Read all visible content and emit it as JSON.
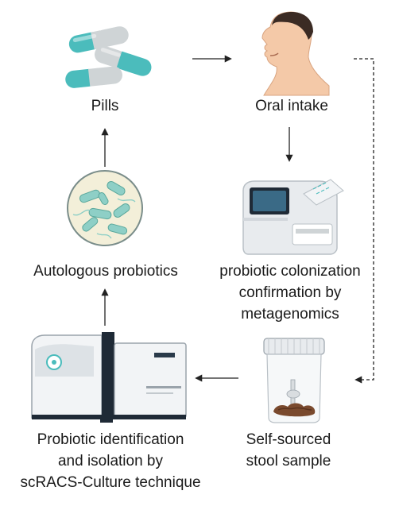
{
  "nodes": {
    "pills": {
      "label": "Pills"
    },
    "oral_intake": {
      "label": "Oral intake"
    },
    "autologous": {
      "label": "Autologous probiotics"
    },
    "metagenomics": {
      "label": "probiotic colonization\nconfirmation by\nmetagenomics"
    },
    "identification": {
      "label": "Probiotic identification\nand isolation by\nscRACS-Culture technique"
    },
    "stool": {
      "label": "Self-sourced\nstool sample"
    }
  },
  "colors": {
    "capsule_teal": "#4bbcbc",
    "capsule_gray": "#cfd4d6",
    "skin": "#f4c9a8",
    "bacteria_teal": "#8ecfc6",
    "dish_fill": "#f3efd9",
    "instrument_dark": "#1f2a36",
    "instrument_white": "#f2f4f6",
    "stool_brown": "#7a4a2e",
    "arrow": "#222222"
  }
}
